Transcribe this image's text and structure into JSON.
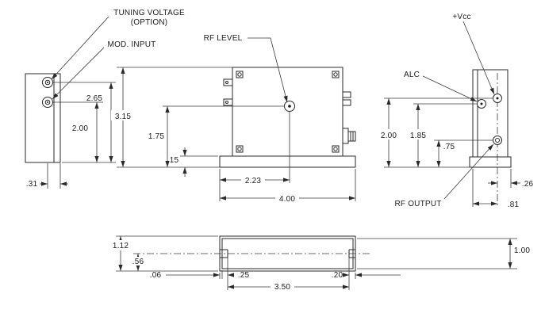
{
  "drawing": {
    "background": "#ffffff",
    "line_color": "#2a2a2a",
    "labels": {
      "tuning_voltage": "TUNING VOLTAGE",
      "tuning_voltage_option": "(OPTION)",
      "mod_input": "MOD. INPUT",
      "rf_level": "RF LEVEL",
      "vcc": "+Vcc",
      "alc": "ALC",
      "rf_output": "RF OUTPUT"
    },
    "left_view": {
      "height_to_tuning": "2.65",
      "height_to_mod": "2.00",
      "offset": ".31"
    },
    "front_view": {
      "overall_height": "3.15",
      "rf_level_height": "1.75",
      "flange_thickness": ".15",
      "rf_level_offset": "2.23",
      "flange_width": "4.00"
    },
    "right_view": {
      "vcc_height": "2.00",
      "alc_height": "1.85",
      "rf_output_height": ".75",
      "pin_offset": ".26",
      "output_offset": ".81"
    },
    "bottom_view": {
      "flange_depth": "1.12",
      "half_depth": ".56",
      "body_inset": ".06",
      "slot_depth_left": ".25",
      "slot_spacing": "3.50",
      "slot_depth_right": ".20",
      "body_depth": "1.00"
    }
  }
}
